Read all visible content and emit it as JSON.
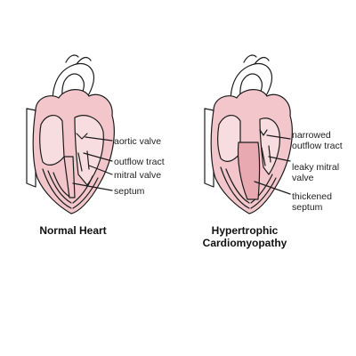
{
  "palette": {
    "tissue": "#f2c6cb",
    "tissue_dark": "#e9a9b1",
    "outline": "#1c1c1c",
    "background": "#ffffff"
  },
  "normal_heart": {
    "caption": "Normal Heart",
    "labels": {
      "aortic_valve": "aortic valve",
      "outflow_tract": "outflow tract",
      "mitral_valve": "mitral valve",
      "septum": "septum"
    }
  },
  "hcm_heart": {
    "caption_line1": "Hypertrophic",
    "caption_line2": "Cardiomyopathy",
    "labels": {
      "narrowed_outflow_line1": "narrowed",
      "narrowed_outflow_line2": "outflow tract",
      "leaky_mitral_line1": "leaky mitral",
      "leaky_mitral_line2": "valve",
      "thickened_septum_line1": "thickened",
      "thickened_septum_line2": "septum"
    }
  }
}
